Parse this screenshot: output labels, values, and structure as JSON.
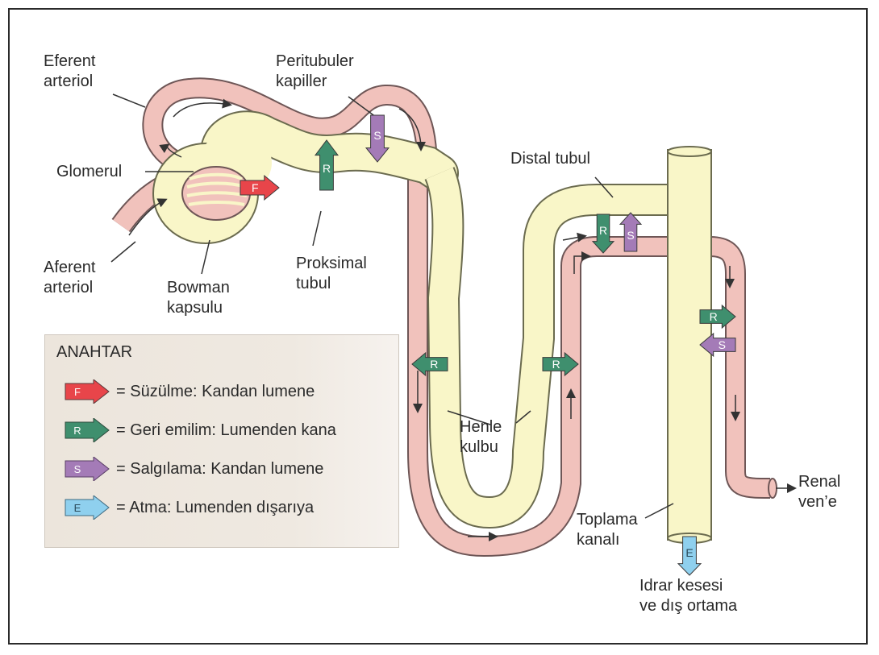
{
  "labels": {
    "eferent": "Eferent\narteriol",
    "peritubuler": "Peritubuler\nkapiller",
    "glomerul": "Glomerul",
    "aferent": "Aferent\narteriol",
    "bowman": "Bowman\nkapsulu",
    "proksimal": "Proksimal\ntubul",
    "distal": "Distal tubul",
    "henle": "Henle\nkulbu",
    "toplama": "Toplama\nkanalı",
    "renal": "Renal\nven’e",
    "idrar": "Idrar kesesi\nve dış ortama"
  },
  "legend": {
    "title": "ANAHTAR",
    "items": [
      {
        "letter": "F",
        "text": "= Süzülme: Kandan lumene",
        "color": "#e8454a"
      },
      {
        "letter": "R",
        "text": "= Geri emilim: Lumenden kana",
        "color": "#3f8f6e"
      },
      {
        "letter": "S",
        "text": "= Salgılama: Kandan lumene",
        "color": "#a47bb7"
      },
      {
        "letter": "E",
        "text": "= Atma: Lumenden dışarıya",
        "color": "#8fd0ee"
      }
    ]
  },
  "markers": {
    "filtration": "F",
    "reabsorption": "R",
    "secretion": "S",
    "excretion": "E"
  },
  "colors": {
    "vessel": "#f1c2bc",
    "vessel_edge": "#6e5656",
    "tubule": "#f9f6c8",
    "tubule_edge": "#6b6b4f",
    "filtration": "#e8454a",
    "reabsorption": "#3f8f6e",
    "secretion": "#a47bb7",
    "excretion": "#8fd0ee"
  }
}
